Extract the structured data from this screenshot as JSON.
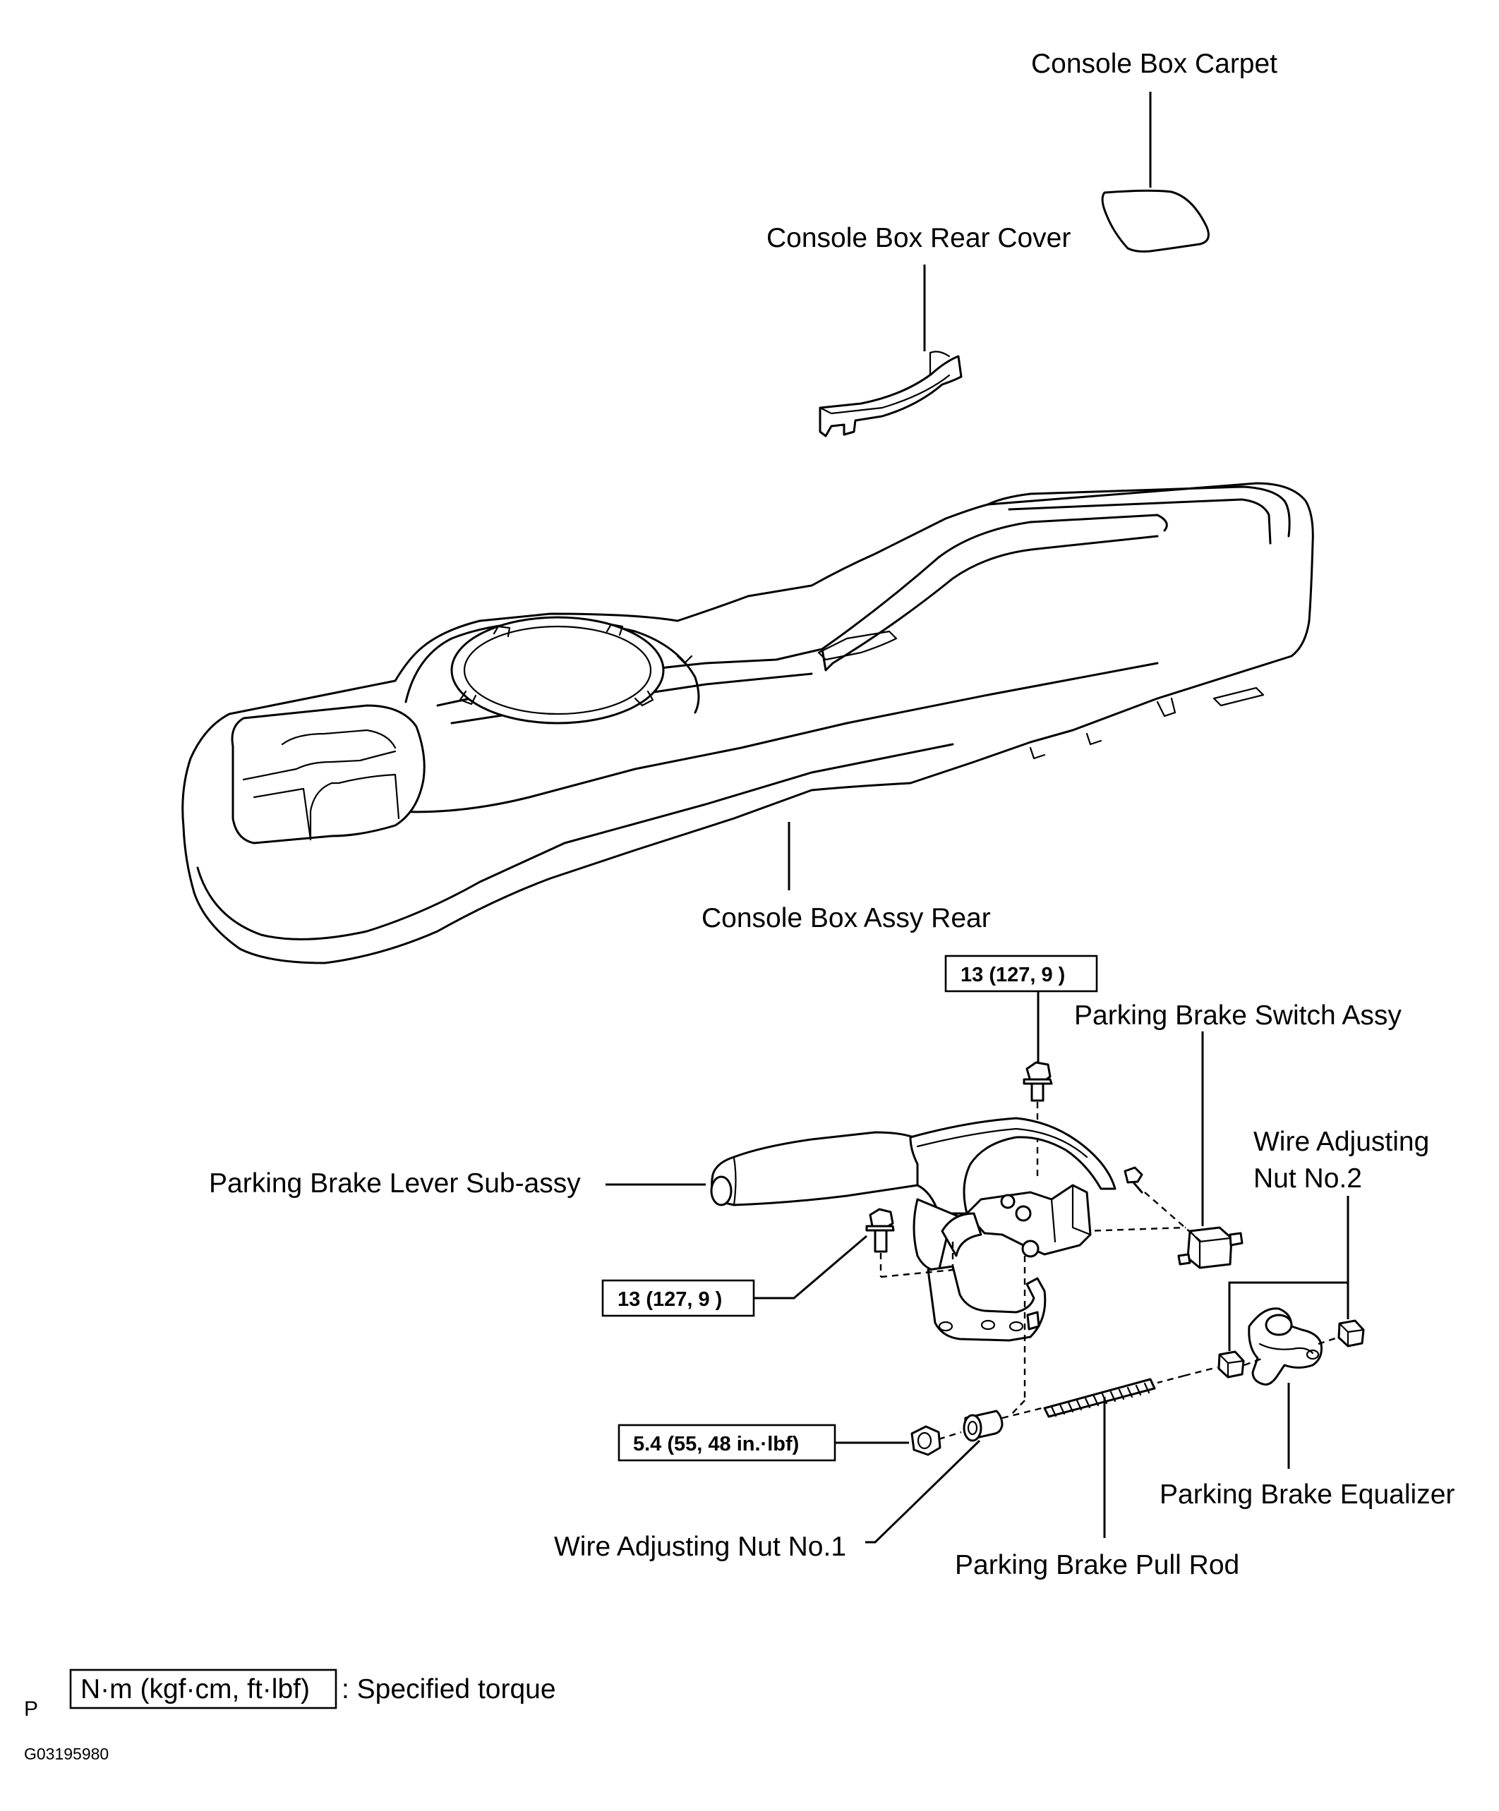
{
  "labels": {
    "console_box_carpet": "Console Box Carpet",
    "console_box_rear_cover": "Console Box Rear Cover",
    "console_box_assy_rear": "Console Box Assy Rear",
    "parking_brake_switch_assy": "Parking Brake Switch Assy",
    "wire_adjusting_nut_no2_line1": "Wire Adjusting",
    "wire_adjusting_nut_no2_line2": "Nut No.2",
    "parking_brake_lever_sub_assy": "Parking Brake Lever Sub-assy",
    "parking_brake_equalizer": "Parking Brake Equalizer",
    "wire_adjusting_nut_no1": "Wire Adjusting Nut No.1",
    "parking_brake_pull_rod": "Parking Brake Pull Rod"
  },
  "torques": {
    "top_bolt": "13 (127, 9 )",
    "side_bolt": "13 (127, 9 )",
    "nut": "5.4 (55, 48 in.·lbf)"
  },
  "legend": {
    "unit_box": "N·m (kgf·cm, ft·lbf)",
    "description": ": Specified torque",
    "marker": "P"
  },
  "figure_code": "G03195980"
}
